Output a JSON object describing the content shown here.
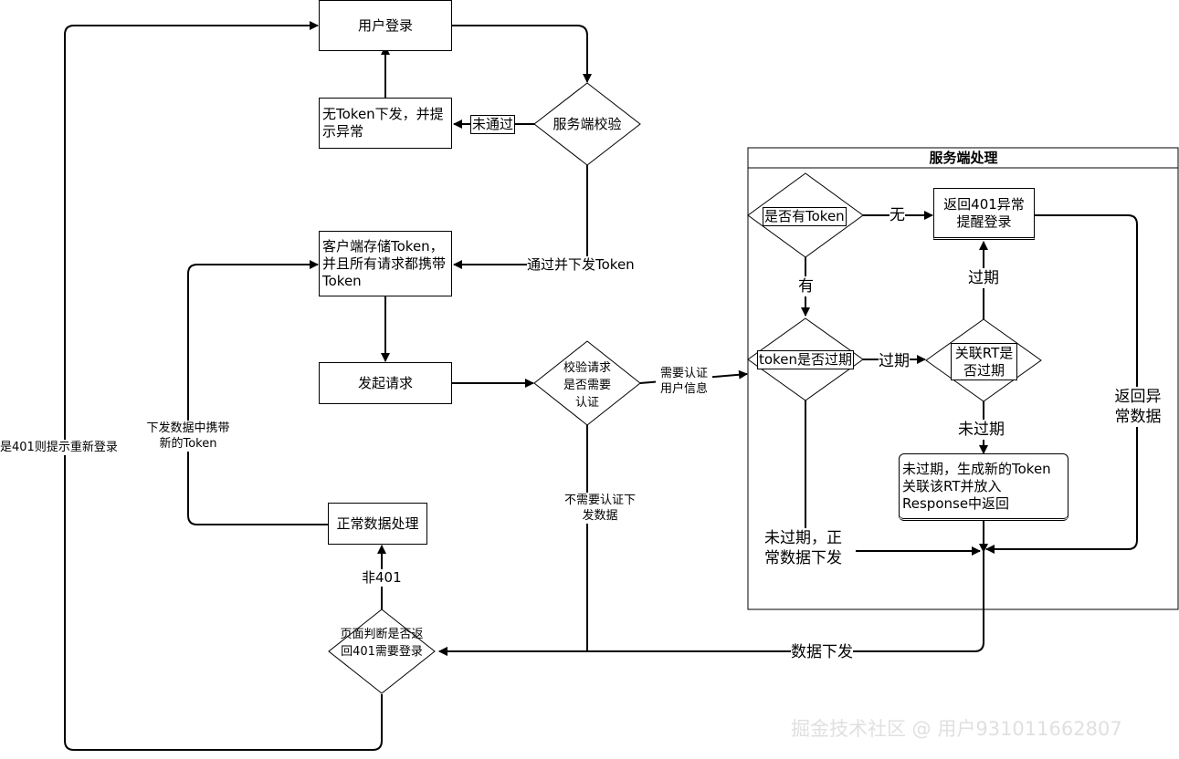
{
  "nodes": {
    "login": "用户登录",
    "server_verify": "服务端校验",
    "no_token": "无Token下发，并提示异常",
    "client_store": "客户端存储Token，并且所有请求都携带Token",
    "send_request": "发起请求",
    "verify_auth": "校验请求是否需要认证",
    "normal_process": "正常数据处理",
    "page_judge": "页面判断是否返回401需要登录"
  },
  "edges": {
    "fail": "未通过",
    "pass": "通过并下发Token",
    "need_auth": "需要认证用户信息",
    "no_auth": "不需要认证下发数据",
    "carry_token": "下发数据中携带新的Token",
    "relogin": "是401则提示重新登录",
    "not401": "非401",
    "data_send": "数据下发"
  },
  "server_panel": {
    "title": "服务端处理",
    "has_token": "是否有Token",
    "none": "无",
    "return401": "返回401异常提醒登录",
    "has": "有",
    "token_expired": "token是否过期",
    "expired": "过期",
    "rt_expired": "关联RT是否过期",
    "rt_expired_yes": "过期",
    "not_expired": "未过期",
    "new_token": "未过期，生成新的Token关联该RT并放入Response中返回",
    "return_abnormal": "返回异常数据",
    "normal_not_expired": "未过期，正常数据下发"
  },
  "watermark": "掘金技术社区 @ 用户931011662807"
}
